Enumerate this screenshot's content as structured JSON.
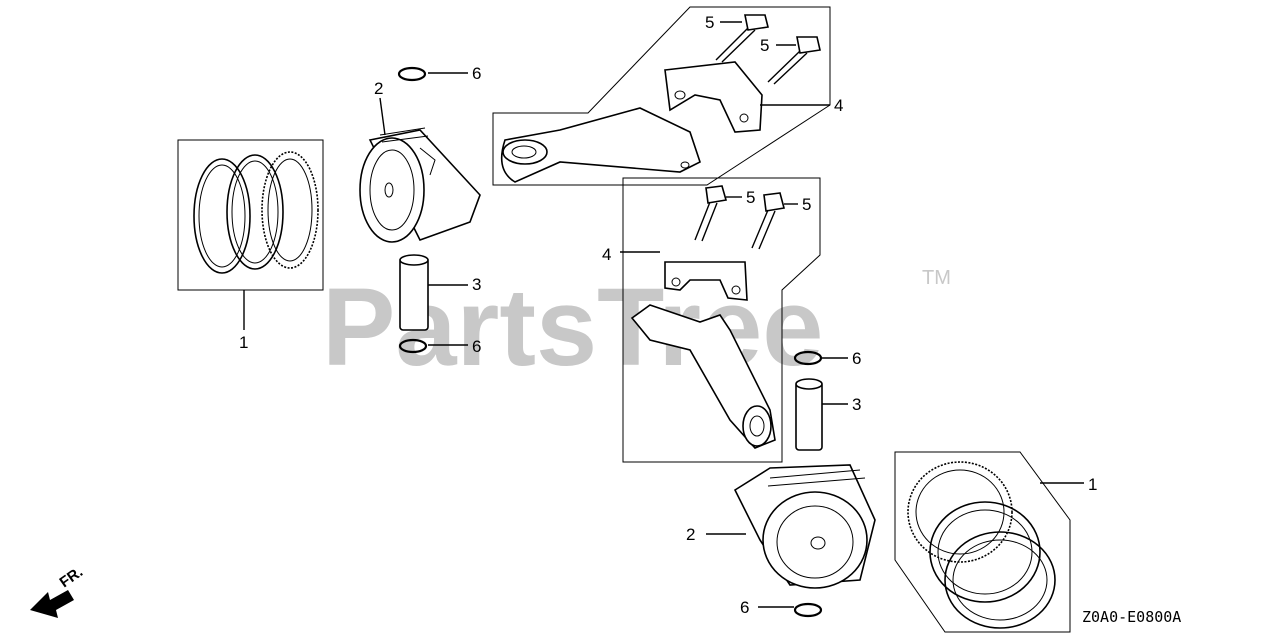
{
  "diagram": {
    "watermark": "PartsTree",
    "trademark": "TM",
    "diagram_code": "Z0A0-E0800A",
    "direction_label": "FR.",
    "callouts": {
      "piston_rings": "1",
      "piston": "2",
      "piston_pin": "3",
      "connecting_rod": "4",
      "rod_bolt": "5",
      "pin_clip": "6"
    },
    "icons": {
      "direction": "arrow-front-icon"
    }
  }
}
